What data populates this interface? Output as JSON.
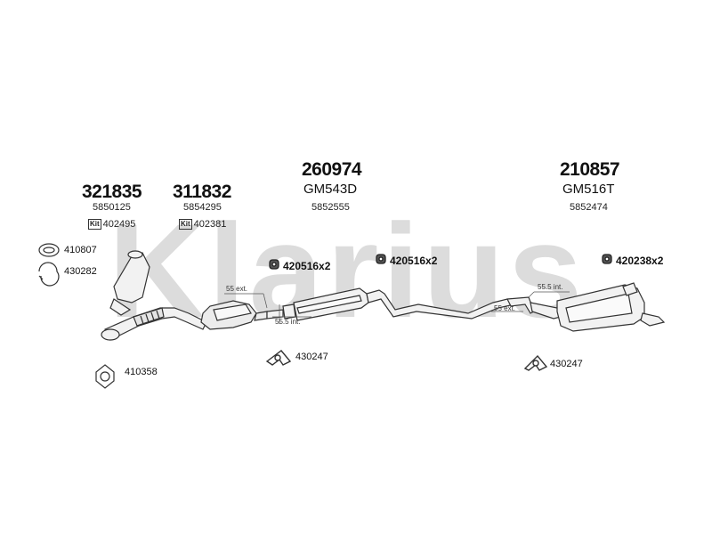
{
  "watermark": {
    "text": "Klarius",
    "color": "#dcdcdc"
  },
  "kit_badge": "Kit",
  "sections": [
    {
      "main": "321835",
      "oe": "5850125",
      "kit": "402495"
    },
    {
      "main": "311832",
      "oe": "5854295",
      "kit": "402381"
    },
    {
      "main": "260974",
      "code": "GM543D",
      "oe": "5852555"
    },
    {
      "main": "210857",
      "code": "GM516T",
      "oe": "5852474"
    }
  ],
  "parts": {
    "gasket_ring": "410807",
    "clamp_ring": "430282",
    "flange_gasket": "410358",
    "hanger_center": "430247",
    "hanger_rear": "430247",
    "clamp_1": "420516x2",
    "clamp_2": "420516x2",
    "clamp_3": "420238x2"
  },
  "dimensions": {
    "d1": "55 ext.",
    "d2": "55.5 int.",
    "d3": "55.5 int.",
    "d4": "55 ext."
  }
}
